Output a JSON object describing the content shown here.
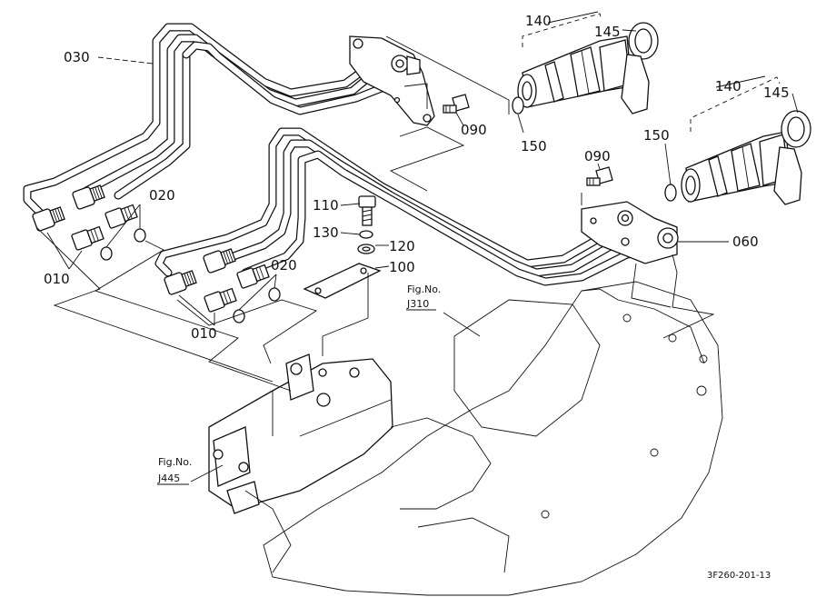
{
  "diagram": {
    "callouts": [
      {
        "id": "030",
        "text": "030"
      },
      {
        "id": "140a",
        "text": "140"
      },
      {
        "id": "145a",
        "text": "145"
      },
      {
        "id": "140b",
        "text": "140"
      },
      {
        "id": "145b",
        "text": "145"
      },
      {
        "id": "090a",
        "text": "090"
      },
      {
        "id": "150a",
        "text": "150"
      },
      {
        "id": "150b",
        "text": "150"
      },
      {
        "id": "090b",
        "text": "090"
      },
      {
        "id": "020a",
        "text": "020"
      },
      {
        "id": "010a",
        "text": "010"
      },
      {
        "id": "110",
        "text": "110"
      },
      {
        "id": "130",
        "text": "130"
      },
      {
        "id": "120",
        "text": "120"
      },
      {
        "id": "100",
        "text": "100"
      },
      {
        "id": "020b",
        "text": "020"
      },
      {
        "id": "010b",
        "text": "010"
      },
      {
        "id": "060",
        "text": "060"
      }
    ],
    "fig_refs": [
      {
        "id": "j310",
        "label": "Fig.No.",
        "number": "J310"
      },
      {
        "id": "j445",
        "label": "Fig.No.",
        "number": "J445"
      }
    ],
    "drawing_code": "3F260-201-13"
  }
}
